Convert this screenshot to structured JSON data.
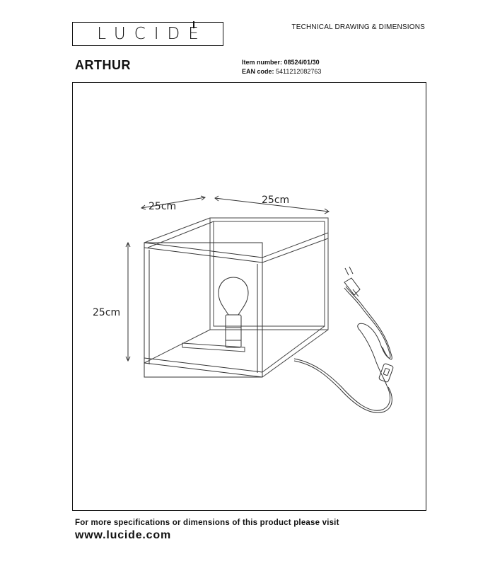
{
  "header": {
    "brand": "LUCIDE",
    "document_type": "TECHNICAL DRAWING & DIMENSIONS"
  },
  "product": {
    "name": "ARTHUR",
    "item_number_label": "Item number:",
    "item_number": "08524/01/30",
    "ean_label": "EAN code:",
    "ean": "5411212082763"
  },
  "drawing": {
    "depth_label": "25cm",
    "width_label": "25cm",
    "height_label": "25cm"
  },
  "footer": {
    "text": "For more specifications or dimensions of this product please visit",
    "url": "www.lucide.com"
  }
}
